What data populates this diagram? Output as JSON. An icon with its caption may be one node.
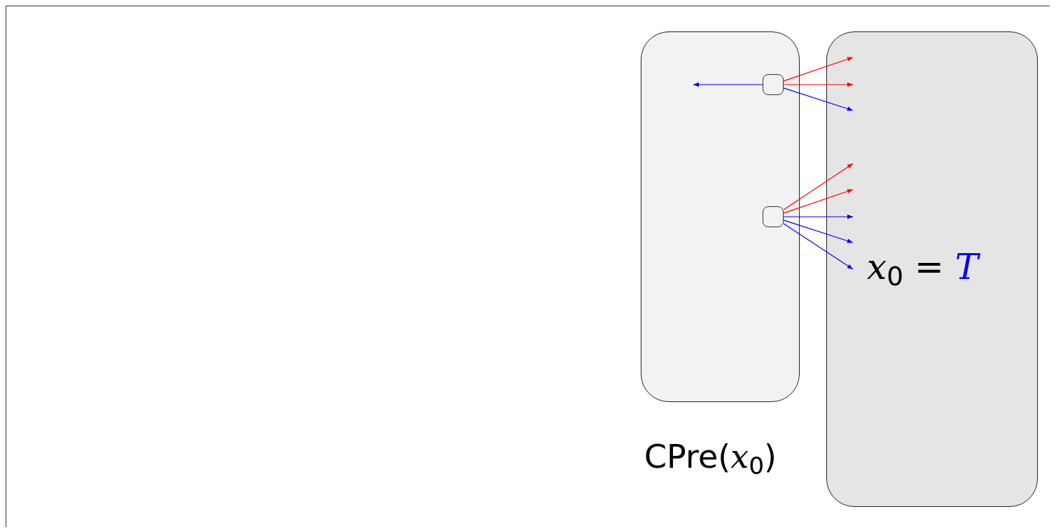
{
  "diagram": {
    "nodes": [
      {
        "text": [
          "CPre(*x*$_{0}$)"
        ]
      },
      {
        "text": [
          "*x*$_{0}$ = *T*"
        ]
      },
      {
        "text": [],
        "shape": "box",
        "in": 0
      },
      {
        "text": [],
        "shape": "box",
        "in": 0
      }
    ],
    "edges": [
      {
        "from": 2,
        "to": null,
        "arrow": "to"
      },
      {
        "from": 2,
        "to": 1,
        "arrow": "to",
        "color": "#ff0000"
      },
      {
        "from": 2,
        "to": 1,
        "arrow": "to",
        "color": "#ff0000"
      },
      {
        "from": 2,
        "to": 1,
        "arrow": "to"
      },
      {
        "from": 3,
        "to": 1,
        "arrow": "to",
        "color": "#ff0000"
      },
      {
        "from": 3,
        "to": 1,
        "arrow": "to",
        "color": "#ff0000"
      },
      {
        "from": 3,
        "to": 1,
        "arrow": "to"
      },
      {
        "from": 3,
        "to": 1,
        "arrow": "to"
      },
      {
        "from": 3,
        "to": 1,
        "arrow": "to"
      }
    ]
  }
}
